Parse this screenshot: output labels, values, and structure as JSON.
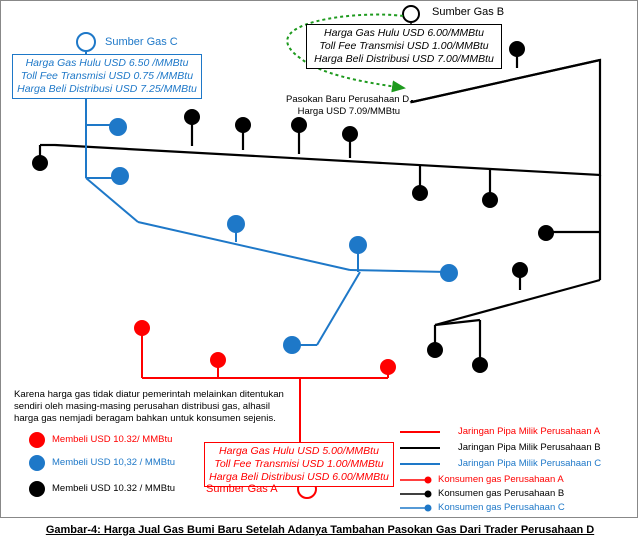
{
  "colors": {
    "red": "#ff0000",
    "blue": "#1e78c8",
    "black": "#000000",
    "green": "#1e9a1e"
  },
  "source_b": {
    "label": "Sumber Gas B",
    "lines": [
      "Harga Gas Hulu USD 6.00/MMBtu",
      "Toll Fee Transmisi USD 1.00/MMBtu",
      "Harga Beli Distribusi USD 7.00/MMBtu"
    ]
  },
  "source_c": {
    "label": "Sumber Gas C",
    "lines": [
      "Harga Gas Hulu USD 6.50 /MMBtu",
      "Toll Fee Transmisi USD 0.75 /MMBtu",
      "Harga Beli Distribusi USD 7.25/MMBtu"
    ]
  },
  "source_a": {
    "label": "Sumber Gas A",
    "lines": [
      "Harga Gas Hulu USD 5.00/MMBtu",
      "Toll Fee Transmisi USD 1.00/MMBtu",
      "Harga Beli Distribusi USD 6.00/MMBtu"
    ]
  },
  "supply_d": {
    "lines": [
      "Pasokan Baru Perusahaan D,",
      "Harga USD 7.09/MMBtu"
    ]
  },
  "note": {
    "lines": [
      "Karena harga gas tidak diatur pemerintah melainkan ditentukan",
      "sendiri oleh masing-masing perusahan distribusi gas, alhasil",
      "harga gas nemjadi beragam bahkan untuk konsumen sejenis."
    ]
  },
  "price_legend": [
    {
      "color": "red",
      "text": "Membeli USD 10.32/ MMBtu"
    },
    {
      "color": "blue",
      "text": "Membeli USD 10,32 / MMBtu"
    },
    {
      "color": "black",
      "text": "Membeli USD 10.32 / MMBtu"
    }
  ],
  "line_legend": [
    {
      "kind": "pipe",
      "color": "red",
      "text": "Jaringan Pipa Milik Perusahaan A"
    },
    {
      "kind": "pipe",
      "color": "black",
      "text": "Jaringan Pipa Milik Perusahaan B"
    },
    {
      "kind": "pipe",
      "color": "blue",
      "text": "Jaringan Pipa Milik Perusahaan C"
    },
    {
      "kind": "consumer",
      "color": "red",
      "text": "Konsumen gas Perusahaan A"
    },
    {
      "kind": "consumer",
      "color": "black",
      "text": "Konsumen gas Perusahaan B"
    },
    {
      "kind": "consumer",
      "color": "blue",
      "text": "Konsumen gas Perusahaan C"
    }
  ],
  "caption": "Gambar-4: Harga Jual Gas Bumi Baru Setelah Adanya Tambahan Pasokan Gas Dari Trader Perusahaan D"
}
